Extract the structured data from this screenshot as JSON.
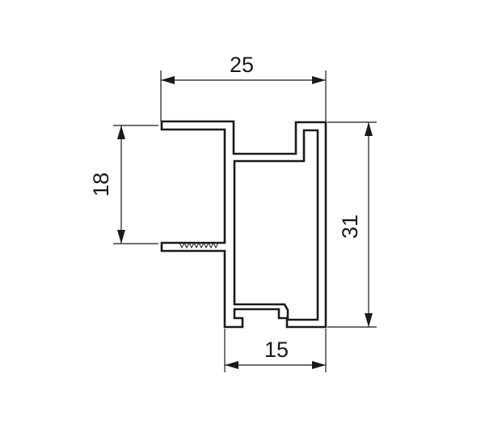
{
  "diagram": {
    "dimensions": {
      "top_width": "25",
      "left_height": "18",
      "right_height": "31",
      "bottom_width": "15"
    }
  }
}
